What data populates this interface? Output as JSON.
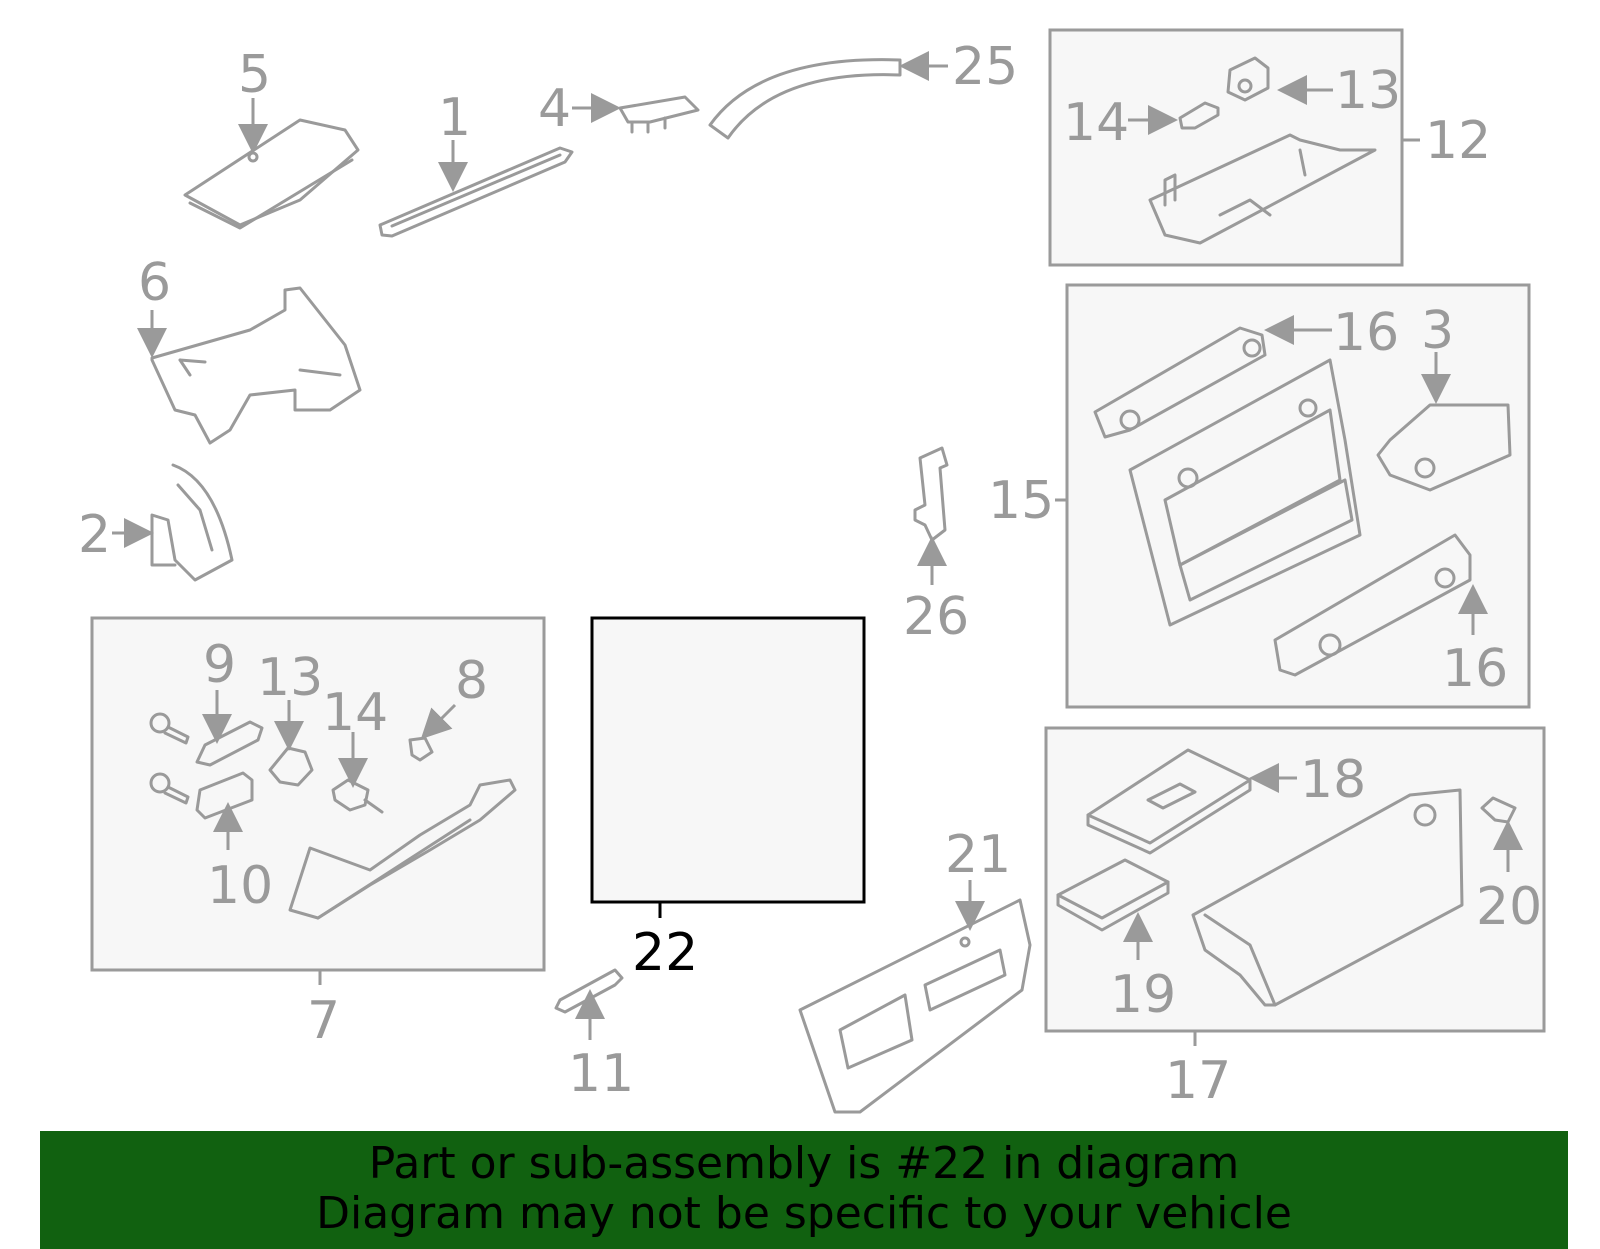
{
  "diagram": {
    "callouts": {
      "c1": "1",
      "c2": "2",
      "c3": "3",
      "c4": "4",
      "c5": "5",
      "c6": "6",
      "c7": "7",
      "c8": "8",
      "c9": "9",
      "c10": "10",
      "c11": "11",
      "c12": "12",
      "c13a": "13",
      "c13b": "13",
      "c14a": "14",
      "c14b": "14",
      "c15": "15",
      "c16a": "16",
      "c16b": "16",
      "c17": "17",
      "c18": "18",
      "c19": "19",
      "c20": "20",
      "c21": "21",
      "c22": "22",
      "c25": "25",
      "c26": "26"
    },
    "highlighted_part": "22"
  },
  "footer": {
    "line1": "Part or sub-assembly is #22 in diagram",
    "line2": "Diagram may not be specific to your vehicle"
  },
  "colors": {
    "line": "#9a9a9a",
    "highlight": "#000000",
    "footer_bg": "#116110",
    "box_fill": "#f7f7f7"
  }
}
